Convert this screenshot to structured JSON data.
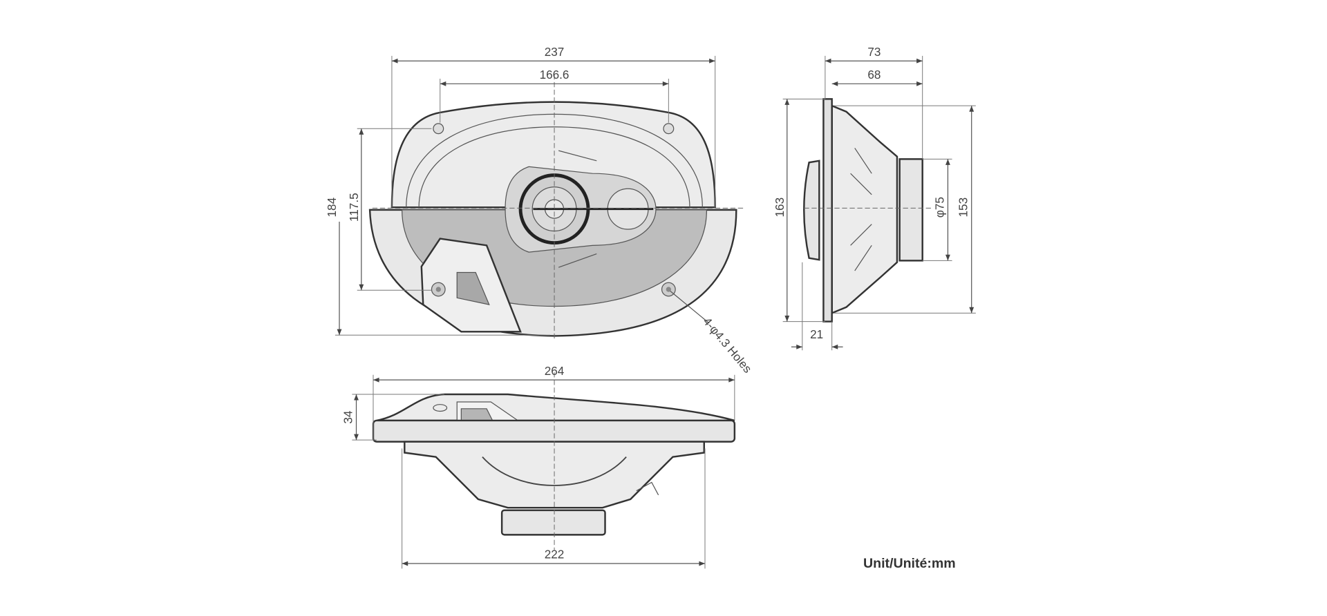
{
  "front_view": {
    "overall_width": "237",
    "hole_spacing_width": "166.6",
    "overall_height": "184",
    "hole_spacing_height": "117.5",
    "holes_note": "4-φ4.3 Holes"
  },
  "side_view": {
    "overall_depth": "73",
    "mount_depth": "68",
    "overall_height": "163",
    "basket_height": "153",
    "magnet_diameter": "φ75",
    "tweeter_protrusion": "21"
  },
  "bottom_view": {
    "overall_width": "264",
    "mount_height": "34",
    "cutout_width": "222"
  },
  "unit_label": "Unit/Unité:mm",
  "colors": {
    "line": "#333333",
    "fill_light": "#e8e8e8",
    "fill_dark": "#bdbdbd"
  }
}
